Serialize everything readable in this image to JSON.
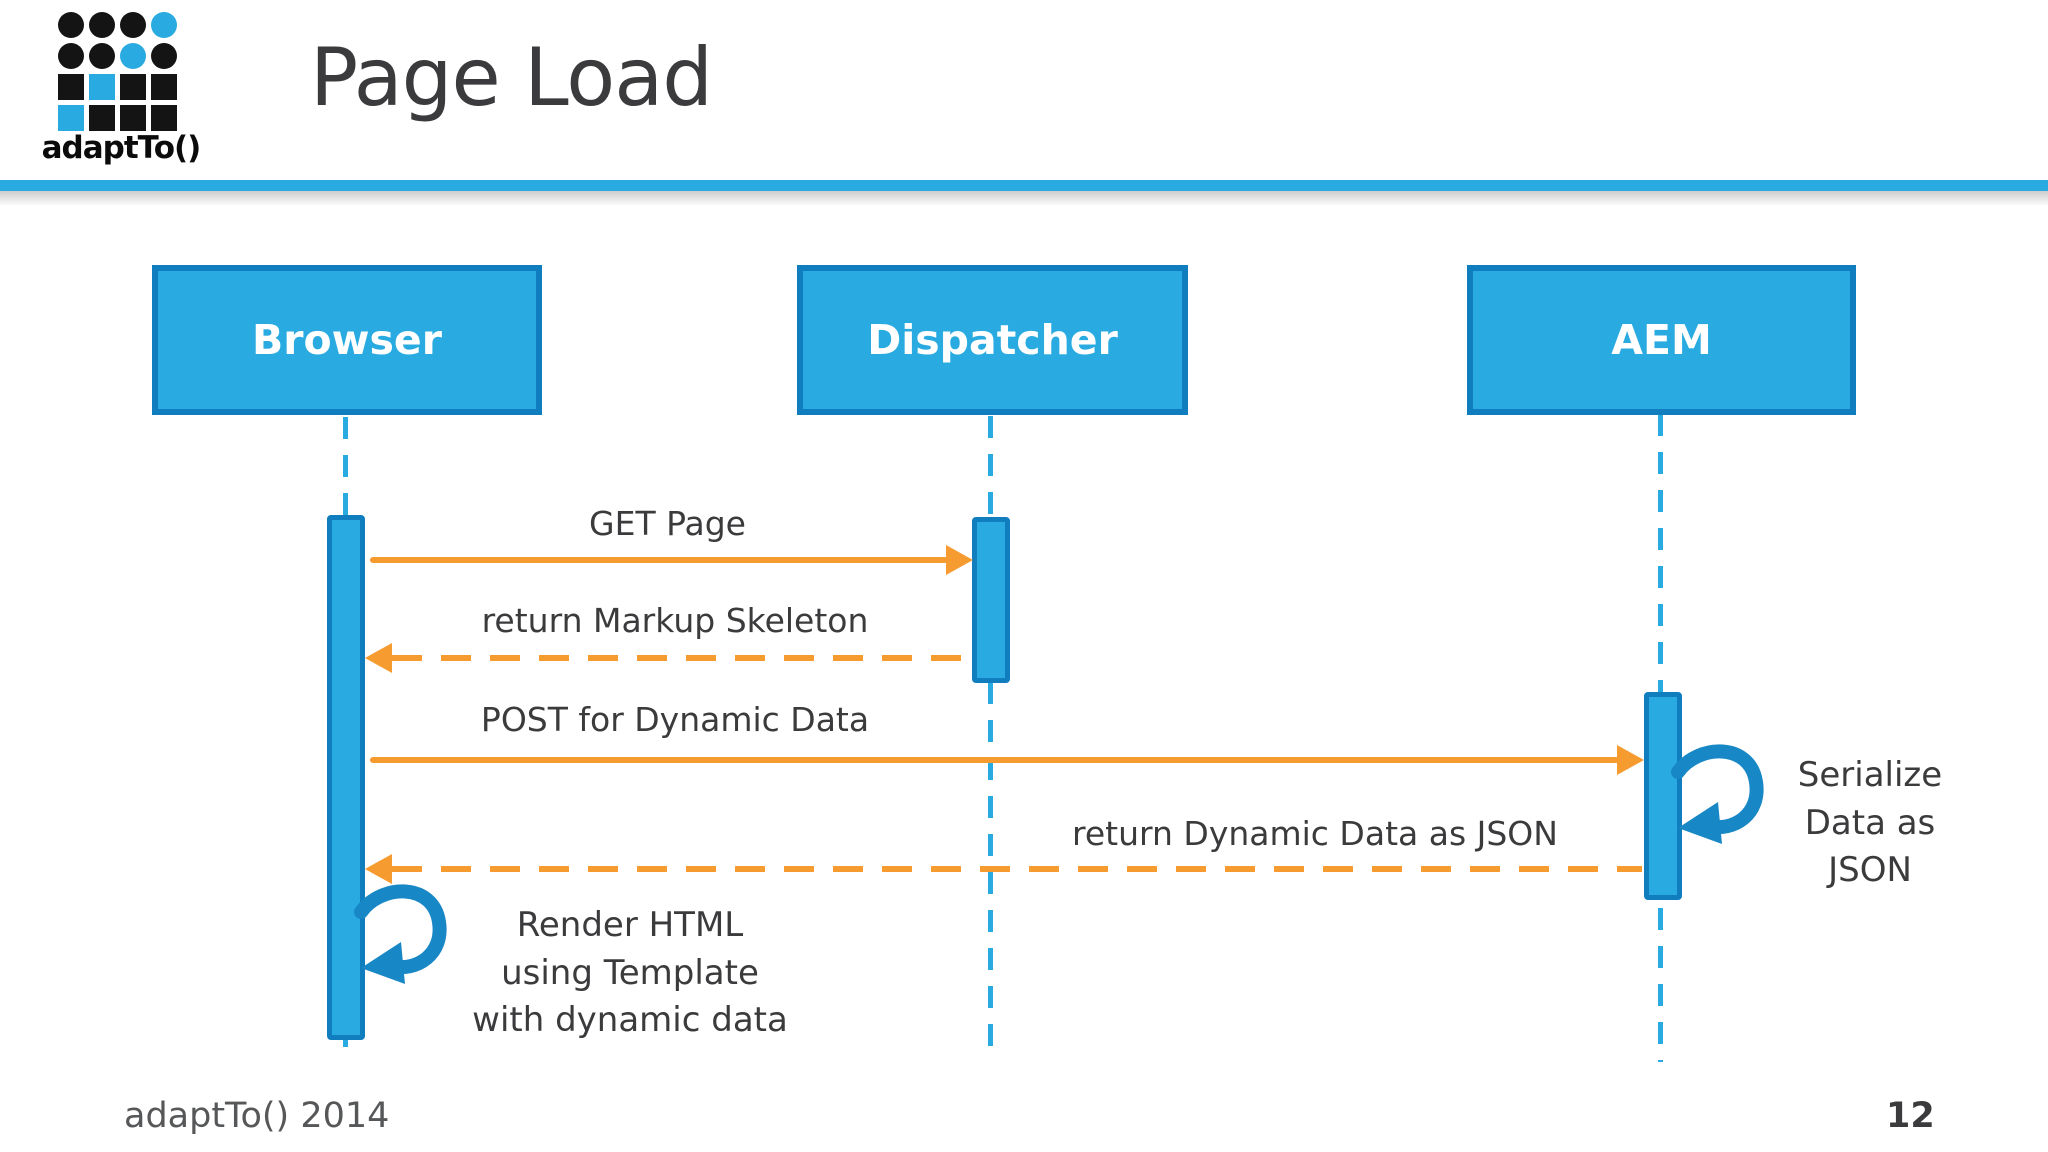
{
  "slide": {
    "title": "Page Load",
    "footer_left": "adaptTo() 2014",
    "page_number": "12"
  },
  "logo": {
    "text": "adaptTo()",
    "grid": [
      [
        "black",
        "black",
        "black",
        "cyan"
      ],
      [
        "black",
        "black",
        "cyan",
        "black"
      ],
      [
        "black",
        "cyan",
        "black",
        "black"
      ],
      [
        "cyan",
        "black",
        "black",
        "black"
      ]
    ]
  },
  "colors": {
    "cyan": "#29ABE2",
    "border_blue": "#0F7DBE",
    "orange": "#F59B30",
    "loop_blue": "#1787C5",
    "text_dark": "#3B3B3D"
  },
  "diagram": {
    "actors": [
      {
        "id": "browser",
        "label": "Browser"
      },
      {
        "id": "dispatcher",
        "label": "Dispatcher"
      },
      {
        "id": "aem",
        "label": "AEM"
      }
    ],
    "messages": [
      {
        "label": "GET Page",
        "from": "Browser",
        "to": "Dispatcher",
        "style": "solid"
      },
      {
        "label": "return Markup Skeleton",
        "from": "Dispatcher",
        "to": "Browser",
        "style": "dashed"
      },
      {
        "label": "POST for Dynamic Data",
        "from": "Browser",
        "to": "AEM",
        "style": "solid"
      },
      {
        "label": "return Dynamic Data as JSON",
        "from": "AEM",
        "to": "Browser",
        "style": "dashed"
      }
    ],
    "self_actions": [
      {
        "actor": "AEM",
        "label": "Serialize\nData as\nJSON"
      },
      {
        "actor": "Browser",
        "label": "Render HTML\nusing Template\nwith dynamic data"
      }
    ]
  }
}
